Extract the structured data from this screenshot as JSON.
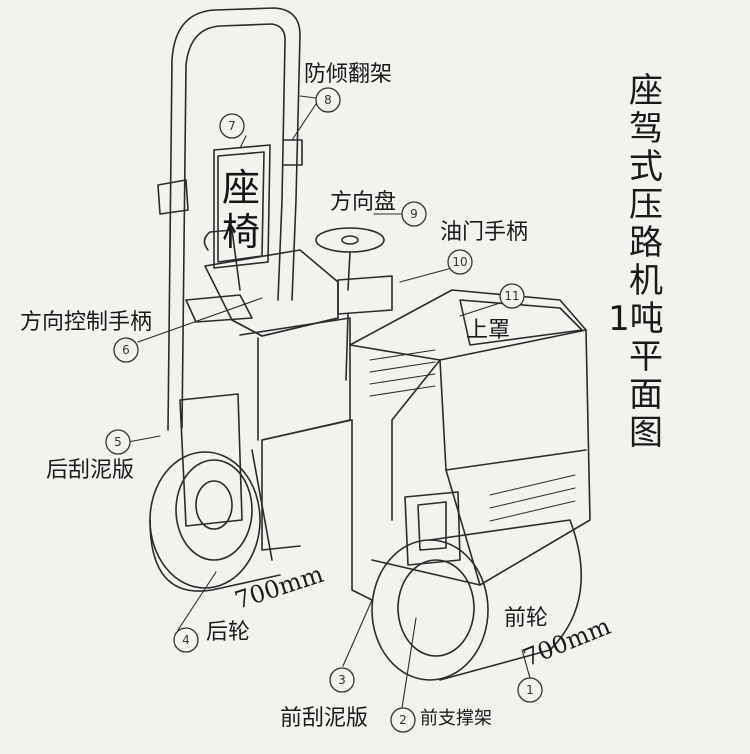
{
  "title_chars": [
    "座",
    "驾",
    "式",
    "压",
    "路",
    "机",
    "1吨",
    "平",
    "面",
    "图"
  ],
  "seat_text": [
    "座",
    "椅"
  ],
  "callouts": [
    {
      "num": "1",
      "label": ""
    },
    {
      "num": "2",
      "label": "前支撑架"
    },
    {
      "num": "3",
      "label": "前刮泥版"
    },
    {
      "num": "4",
      "label": "后轮"
    },
    {
      "num": "5",
      "label": "后刮泥版"
    },
    {
      "num": "6",
      "label": "方向控制手柄"
    },
    {
      "num": "7",
      "label": ""
    },
    {
      "num": "8",
      "label": "防倾翻架"
    },
    {
      "num": "9",
      "label": "方向盘"
    },
    {
      "num": "10",
      "label": "油门手柄"
    },
    {
      "num": "11",
      "label": "上罩"
    }
  ],
  "labels": {
    "front_wheel": "前轮",
    "rear_dim": "700mm",
    "front_dim": "700mm"
  }
}
